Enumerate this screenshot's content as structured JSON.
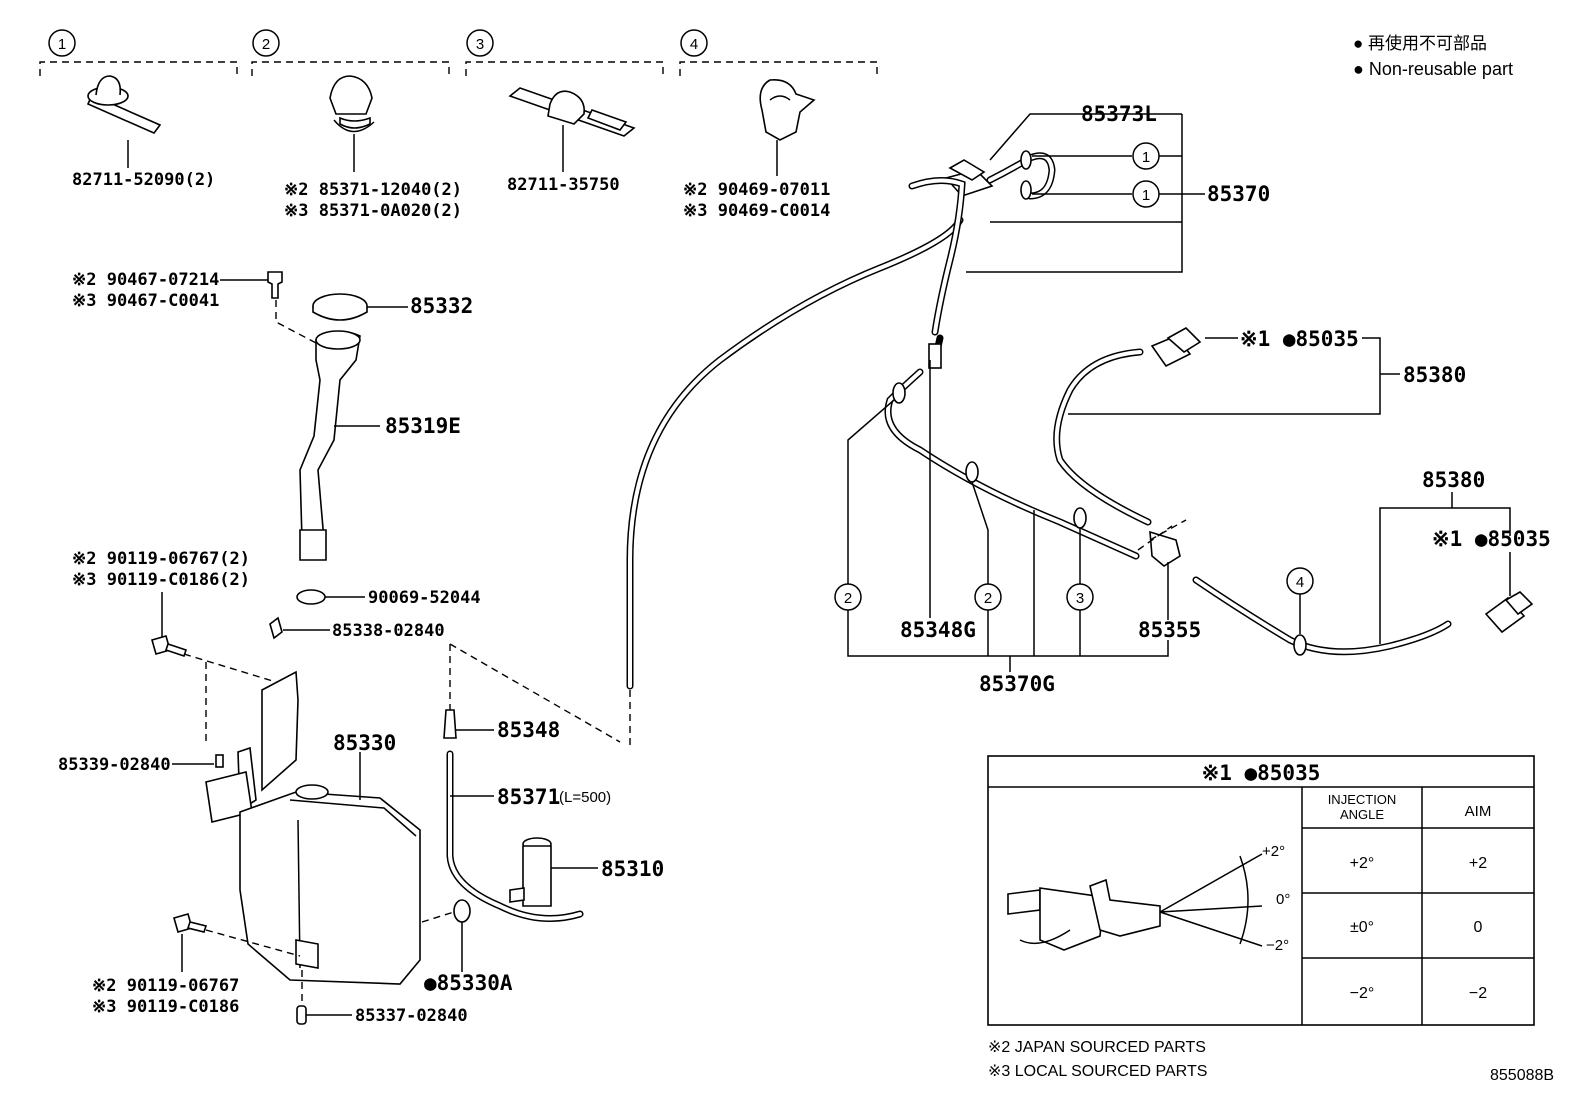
{
  "legend": {
    "line1": "● 再使用不可部品",
    "line2": "● Non-reusable part"
  },
  "groups": [
    {
      "index": "1",
      "parts": [
        "82711-52090(2)"
      ]
    },
    {
      "index": "2",
      "parts": [
        "※2 85371-12040(2)",
        "※3 85371-0A020(2)"
      ]
    },
    {
      "index": "3",
      "parts": [
        "82711-35750"
      ]
    },
    {
      "index": "4",
      "parts": [
        "※2 90469-07011",
        "※3 90469-C0014"
      ]
    }
  ],
  "labels": {
    "p90467a": "※2 90467-07214",
    "p90467b": "※3 90467-C0041",
    "p85332": "85332",
    "p85319E": "85319E",
    "p90119a": "※2 90119-06767(2)",
    "p90119b": "※3 90119-C0186(2)",
    "p90069": "90069-52044",
    "p85338": "85338-02840",
    "p85348": "85348",
    "p85339": "85339-02840",
    "p85330": "85330",
    "p85371": "85371",
    "p85371L": "(L=500)",
    "p85310": "85310",
    "p90119c": "※2 90119-06767",
    "p90119d": "※3 90119-C0186",
    "p85330A": "●85330A",
    "p85337": "85337-02840",
    "p85373L": "85373L",
    "p85370": "85370",
    "p85035a": "※1 ●85035",
    "p85380a": "85380",
    "p85380b": "85380",
    "p85035b": "※1 ●85035",
    "p85348G": "85348G",
    "p85355": "85355",
    "p85370G": "85370G"
  },
  "callouts": {
    "c1a": "1",
    "c1b": "1",
    "c2a": "2",
    "c2b": "2",
    "c3": "3",
    "c4": "4"
  },
  "aim_table": {
    "title": "※1 ●85035",
    "col1": "INJECTION ANGLE",
    "col2": "AIM",
    "rows": [
      {
        "angle": "+2°",
        "aim": "+2"
      },
      {
        "angle": "±0°",
        "aim": "0"
      },
      {
        "angle": "−2°",
        "aim": "−2"
      }
    ],
    "fig_plus": "+2°",
    "fig_zero": "0°",
    "fig_minus": "−2°"
  },
  "notes": {
    "n2": "※2 JAPAN SOURCED PARTS",
    "n3": "※3 LOCAL SOURCED PARTS"
  },
  "figure_code": "855088B"
}
